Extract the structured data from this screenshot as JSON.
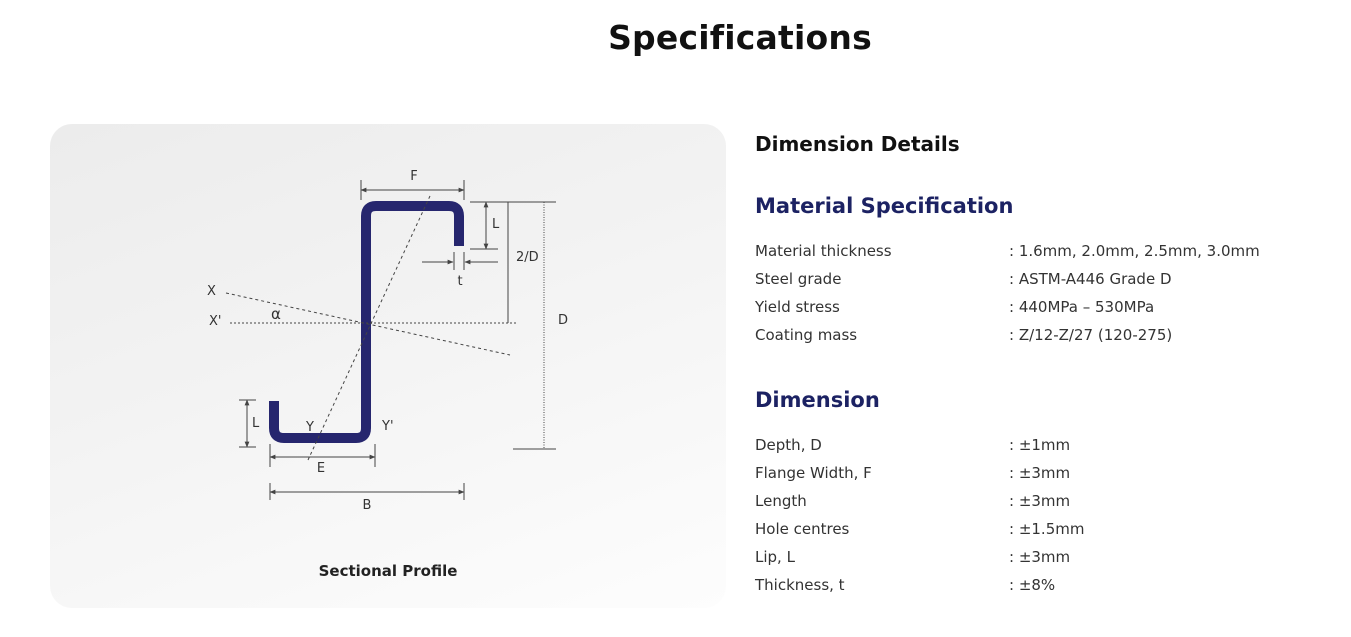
{
  "page_title": "Specifications",
  "diagram": {
    "caption": "Sectional Profile",
    "labels": {
      "F": "F",
      "L_top": "L",
      "half_depth": "2/D",
      "t": "t",
      "X": "X",
      "X_prime": "X'",
      "alpha": "α",
      "D": "D",
      "L_bottom": "L",
      "Y": "Y",
      "Y_prime": "Y'",
      "E": "E",
      "B": "B"
    },
    "colors": {
      "profile": "#26266e",
      "dimension_lines": "#444444"
    }
  },
  "dimension_details": {
    "title": "Dimension Details"
  },
  "material_specification": {
    "title": "Material Specification",
    "rows": [
      {
        "label": "Material thickness",
        "value": ": 1.6mm, 2.0mm, 2.5mm, 3.0mm"
      },
      {
        "label": "Steel grade",
        "value": ": ASTM-A446 Grade D"
      },
      {
        "label": "Yield stress",
        "value": ": 440MPa – 530MPa"
      },
      {
        "label": "Coating mass",
        "value": ": Z/12-Z/27 (120-275)"
      }
    ]
  },
  "dimension": {
    "title": "Dimension",
    "rows": [
      {
        "label": "Depth, D",
        "value": ": ±1mm"
      },
      {
        "label": "Flange Width, F",
        "value": ": ±3mm"
      },
      {
        "label": "Length",
        "value": ": ±3mm"
      },
      {
        "label": "Hole centres",
        "value": ": ±1.5mm"
      },
      {
        "label": "Lip, L",
        "value": ": ±3mm"
      },
      {
        "label": "Thickness, t",
        "value": ": ±8%"
      }
    ]
  },
  "colors": {
    "heading_accent": "#1c2263",
    "card_background": "#f0f0f0"
  }
}
